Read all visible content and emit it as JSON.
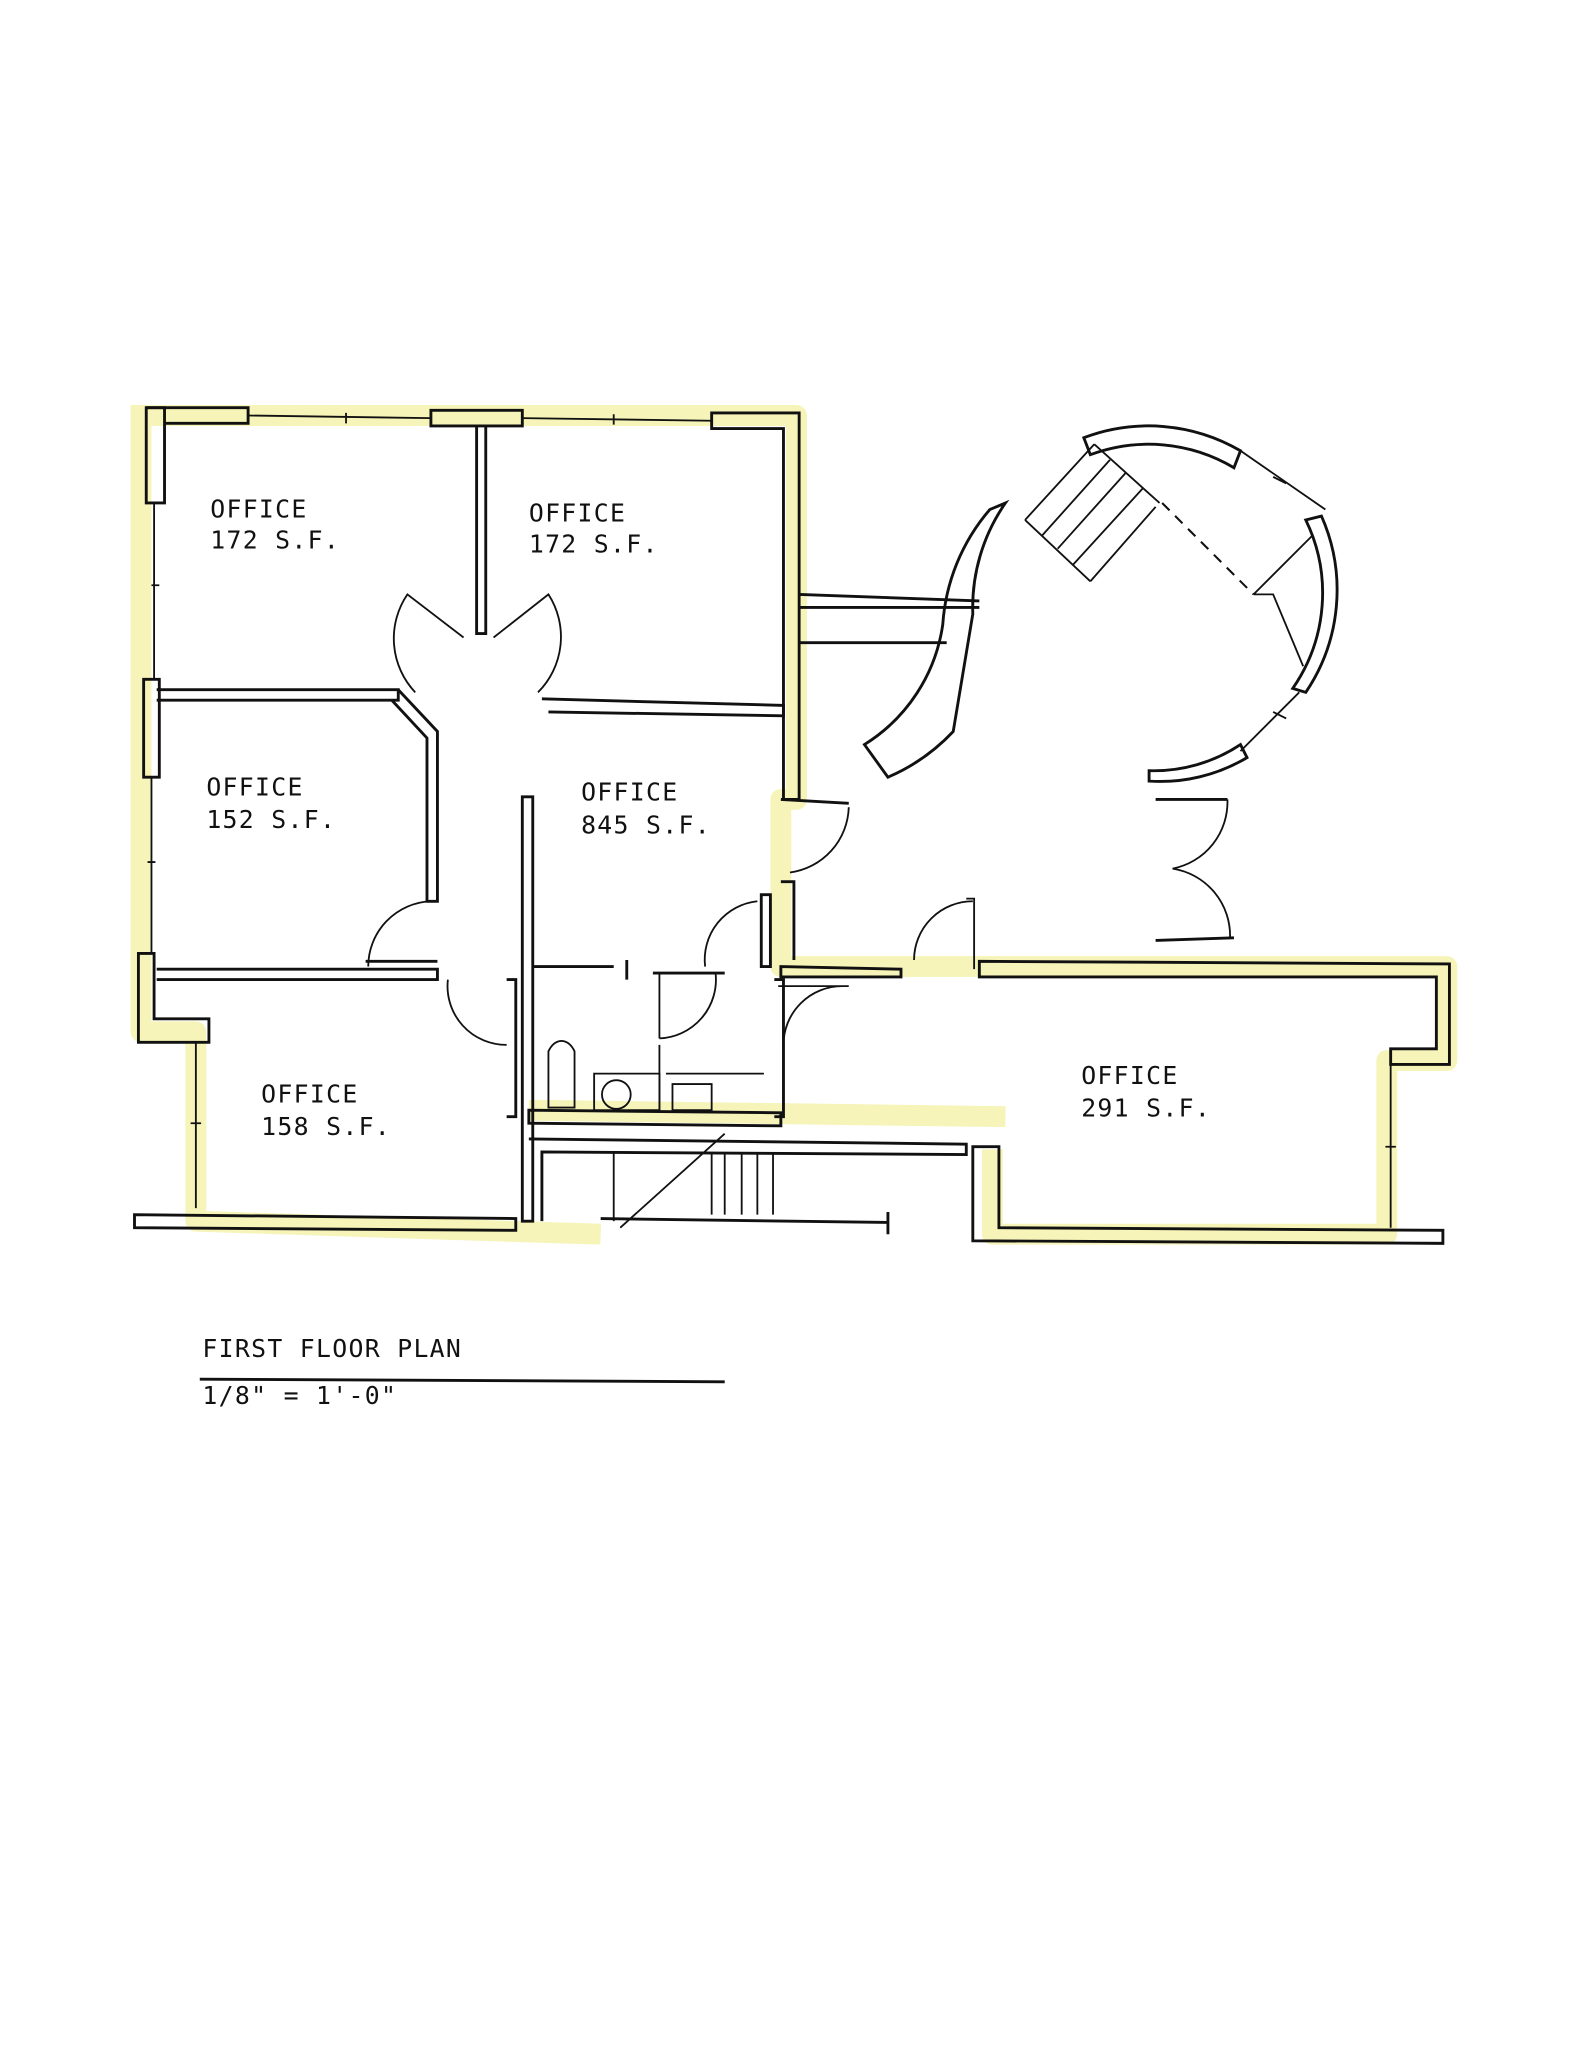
{
  "plan": {
    "title": "FIRST FLOOR PLAN",
    "scale": "1/8\" = 1'-0\"",
    "highlight_color": "#f6f4b8",
    "line_color": "#111111"
  },
  "rooms": [
    {
      "name": "OFFICE",
      "area": "172 S.F."
    },
    {
      "name": "OFFICE",
      "area": "172 S.F."
    },
    {
      "name": "OFFICE",
      "area": "152 S.F."
    },
    {
      "name": "OFFICE",
      "area": "845 S.F."
    },
    {
      "name": "OFFICE",
      "area": "158 S.F."
    },
    {
      "name": "OFFICE",
      "area": "291 S.F."
    }
  ]
}
